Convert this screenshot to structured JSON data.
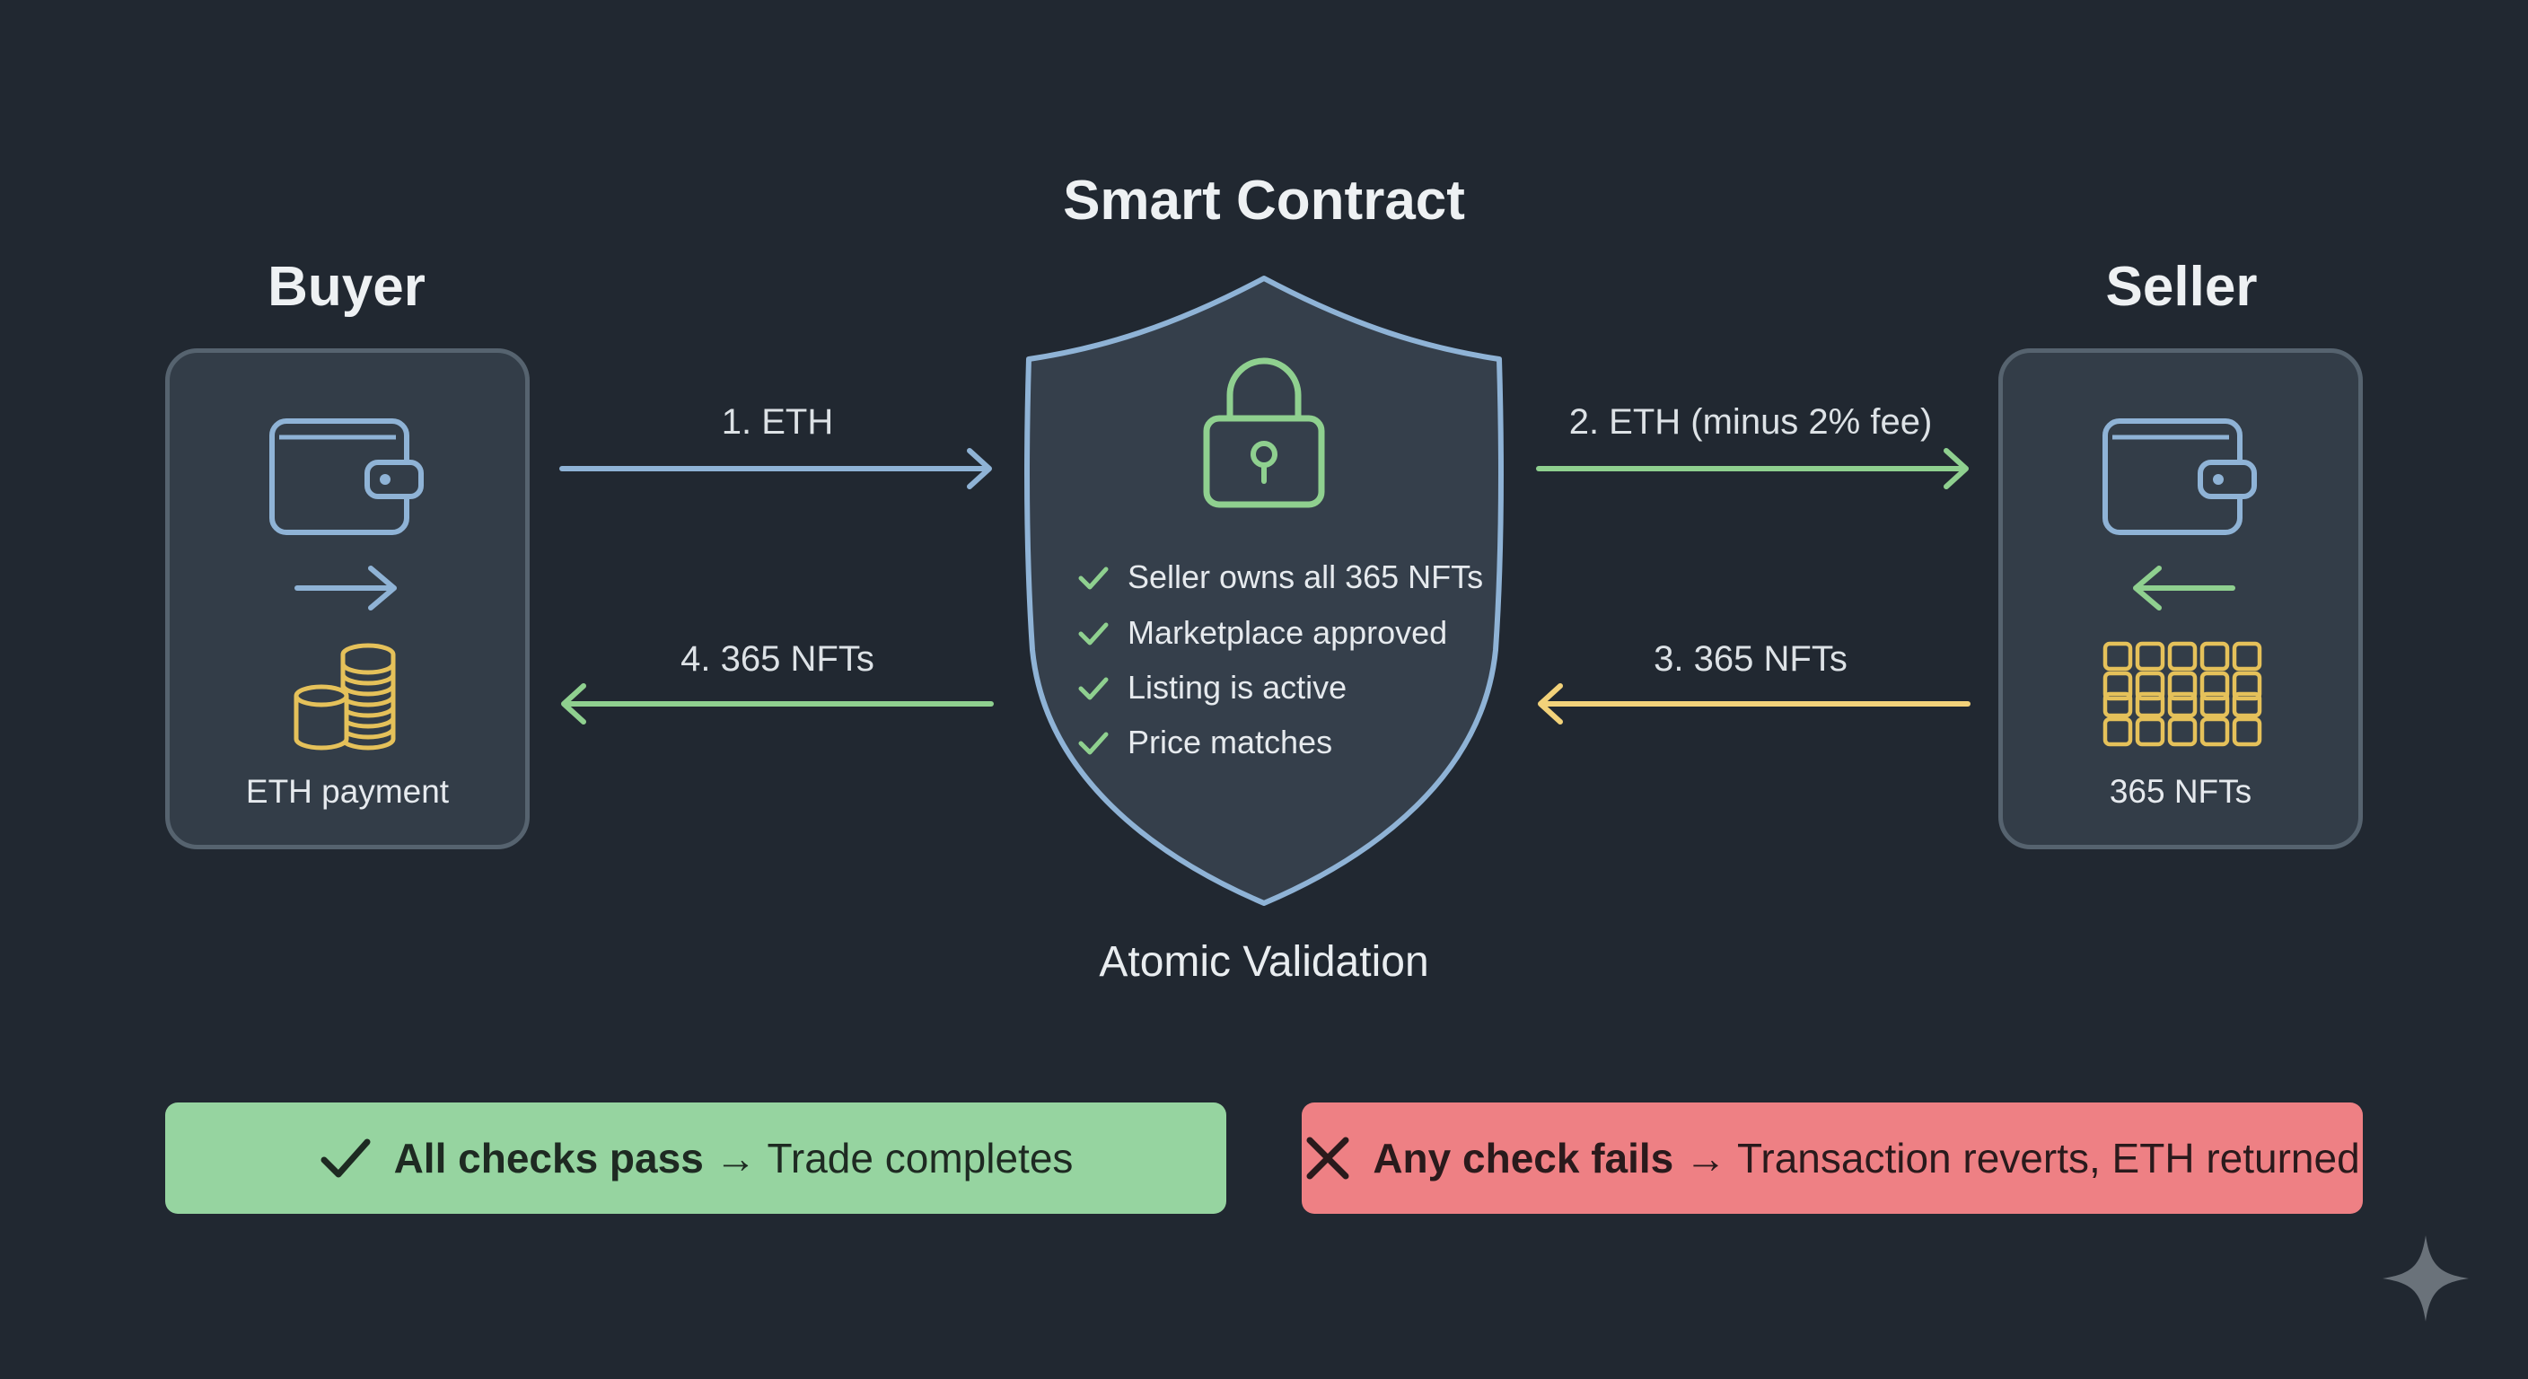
{
  "colors": {
    "background": "#212831",
    "panel": "#333d48",
    "blue": "#8fb3d6",
    "green": "#8fd08f",
    "yellow": "#f2d27a",
    "gold": "#e5c15a",
    "success": "#96d4a0",
    "failure": "#ee8084"
  },
  "contract": {
    "title": "Smart Contract",
    "caption": "Atomic Validation",
    "icon": "padlock-icon",
    "checks": [
      "Seller owns all 365 NFTs",
      "Marketplace approved",
      "Listing is active",
      "Price matches"
    ]
  },
  "buyer": {
    "title": "Buyer",
    "label": "ETH payment",
    "icons": [
      "wallet-icon",
      "arrow-right-icon",
      "coin-stack-icon"
    ]
  },
  "seller": {
    "title": "Seller",
    "label": "365 NFTs",
    "icons": [
      "wallet-icon",
      "arrow-left-icon",
      "nft-grid-icon"
    ]
  },
  "flows": [
    {
      "label": "1. ETH",
      "direction": "buyer-to-contract",
      "color": "#8fb3d6"
    },
    {
      "label": "2. ETH (minus 2% fee)",
      "direction": "contract-to-seller",
      "color": "#8fd08f"
    },
    {
      "label": "3. 365 NFTs",
      "direction": "seller-to-contract",
      "color": "#f2d27a"
    },
    {
      "label": "4. 365 NFTs",
      "direction": "contract-to-buyer",
      "color": "#8fd08f"
    }
  ],
  "outcomes": {
    "success": {
      "bold": "All checks pass",
      "rest": " → Trade completes",
      "icon": "checkmark-icon"
    },
    "failure": {
      "bold": "Any check fails",
      "rest": " → Transaction reverts, ETH returned",
      "icon": "x-icon"
    }
  },
  "watermark_icon": "sparkle-icon"
}
